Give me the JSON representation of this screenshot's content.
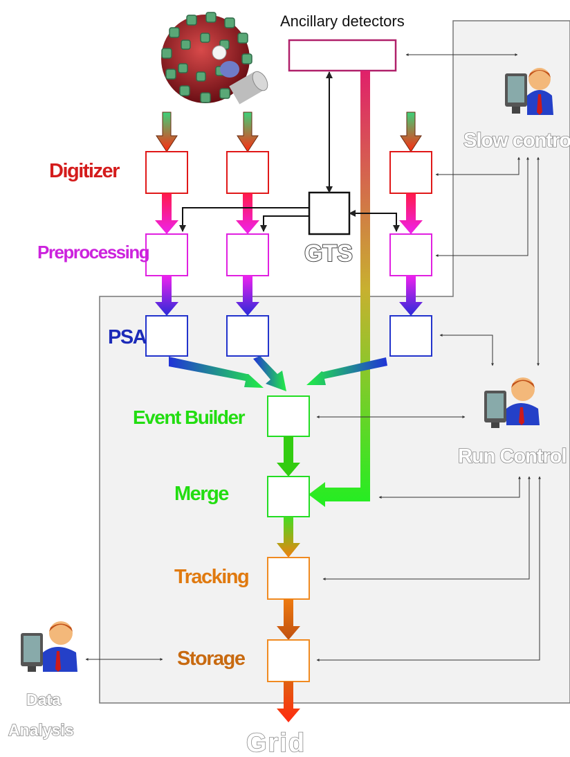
{
  "labels": {
    "ancillary": "Ancillary detectors",
    "slow_control": "Slow control",
    "run_control": "Run Control",
    "gts": "GTS",
    "digitizer": "Digitizer",
    "preprocessing": "Preprocessing",
    "psa": "PSA",
    "event_builder": "Event Builder",
    "merge": "Merge",
    "tracking": "Tracking",
    "storage": "Storage",
    "data_analysis_1": "Data",
    "data_analysis_2": "Analysis",
    "grid": "Grid"
  },
  "colors": {
    "digitizer": "#d41c1c",
    "preprocessing": "#cc22dd",
    "psa": "#1c2bb8",
    "green": "#22dd11",
    "orange": "#e07a10",
    "gts_text": "#555555",
    "panel_fill": "#f2f2f2",
    "panel_border": "#777777"
  },
  "icons": [
    "detector-array-icon",
    "operator-computer-icon"
  ]
}
